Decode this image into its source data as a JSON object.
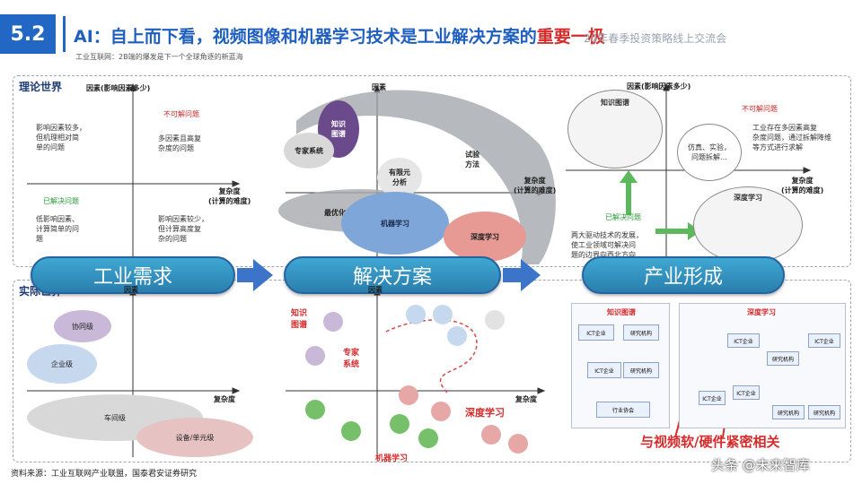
{
  "header": {
    "section_number": "5.2",
    "title_prefix": "AI：自上而下看，视频图像和机器学习技术是工业解决方案的",
    "title_highlight": "重要一极",
    "event_text": "20年春季投资策略线上交流会",
    "subtitle": "工业互联网：2B端的爆发是下一个全球角逐的新蓝海"
  },
  "panels": {
    "theory_label": "理论世界",
    "real_label": "实际世界"
  },
  "left_theory": {
    "y_axis": "因素(影响因素多少)",
    "x_axis": "复杂度\n(计算的难度)",
    "q1": "影响因素较多，\n但机理相对简\n单的问题",
    "q2_title": "不可解问题",
    "q2": "多因素且高复\n杂度的问题",
    "q3_title": "已解决问题",
    "q3": "低影响因素、\n计算简单的问\n题",
    "q4": "影响因素较少，\n但计算高度复\n杂的问题"
  },
  "mid_theory": {
    "y_axis": "因素",
    "x_axis": "复杂度\n(计算的难度)",
    "blobs": {
      "knowledge_graph": "知识\n图谱",
      "expert_system": "专家系统",
      "experimental": "试验\n方法",
      "fem": "有限元\n分析",
      "optimization": "最优化方法",
      "machine_learning": "机器学习",
      "deep_learning": "深度学习"
    }
  },
  "right_theory": {
    "y_axis": "因素(影响因素多少)",
    "x_axis": "复杂度\n(计算的难度)",
    "unsolvable_title": "不可解问题",
    "unsolvable_text": "工业存在多因素高复\n杂度问题，通过拆解降维\n等方式进行求解",
    "solved_title": "已解决问题",
    "solved_text": "两大驱动技术的发展，\n使工业领域可解决问\n题的边界向西北方向",
    "kg_title": "知识图谱",
    "dl_title": "深度学习",
    "sim_text": "仿真、实验，\n问题拆解…"
  },
  "stages": {
    "demand": "工业需求",
    "solution": "解决方案",
    "industry": "产业形成"
  },
  "left_real": {
    "y_axis": "因素",
    "x_axis": "复杂度",
    "levels": [
      "协同级",
      "企业级",
      "车间级",
      "设备/单元级"
    ]
  },
  "mid_real": {
    "y_axis": "因素",
    "x_axis": "复杂度",
    "kg_label": "知识\n图谱",
    "expert_label": "专家\n系统",
    "dl_label": "深度学习",
    "ml_label": "机器学习"
  },
  "right_real": {
    "kg_label": "知识图谱",
    "dl_label": "深度学习",
    "ict": "ICT企业",
    "research": "研究机构",
    "industry_assoc": "行业协会"
  },
  "footer": {
    "source": "资料来源：工业互联网产业联盟，国泰君安证券研究",
    "callout": "与视频软/硬件紧密相关",
    "watermark": "头条 @未来智库"
  },
  "colors": {
    "brand_blue": "#2367c4",
    "highlight_red": "#d62b2b",
    "stage_blue": "#2a7fae"
  }
}
